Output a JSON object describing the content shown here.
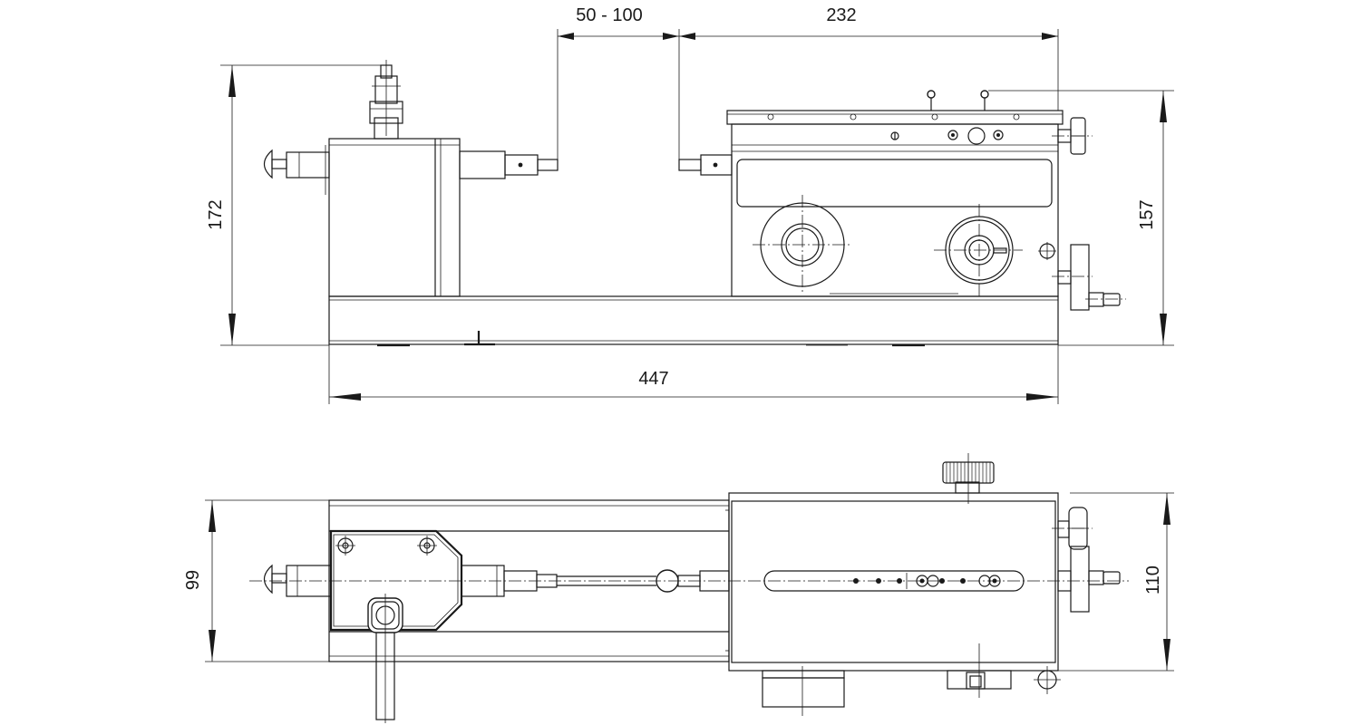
{
  "diagram": {
    "dimensions": {
      "stroke_range": "50 - 100",
      "top_length": "232",
      "left_height": "172",
      "right_height": "157",
      "base_length": "447",
      "plan_left_width": "99",
      "plan_right_width": "110"
    }
  }
}
